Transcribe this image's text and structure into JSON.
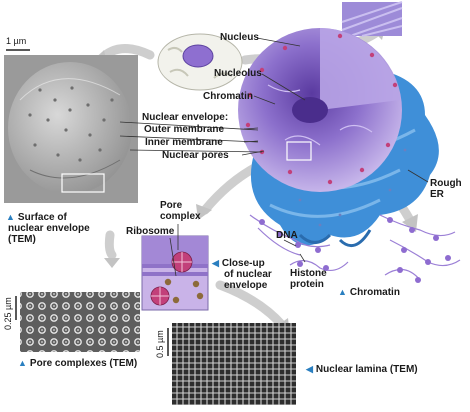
{
  "labels": {
    "nucleus": "Nucleus",
    "nucleolus": "Nucleolus",
    "chromatin": "Chromatin",
    "nuclear_envelope": "Nuclear envelope:",
    "outer_membrane": "Outer membrane",
    "inner_membrane": "Inner membrane",
    "nuclear_pores": "Nuclear pores",
    "rough_er_1": "Rough",
    "rough_er_2": "ER",
    "pore_complex_1": "Pore",
    "pore_complex_2": "complex",
    "ribosome": "Ribosome",
    "dna": "DNA",
    "histone_1": "Histone",
    "histone_2": "protein"
  },
  "captions": {
    "surface_1": "Surface of",
    "surface_2": "nuclear envelope",
    "surface_3": "(TEM)",
    "closeup_1": "Close-up",
    "closeup_2": "of nuclear",
    "closeup_3": "envelope",
    "chromatin": "Chromatin",
    "pore_complexes": "Pore complexes (TEM)",
    "nuclear_lamina": "Nuclear lamina (TEM)"
  },
  "scales": {
    "top_left": "1 µm",
    "pore": "0.25 µm",
    "lamina": "0.5 µm"
  },
  "colors": {
    "accent_triangle": "#2a7fc0",
    "nucleus_purple": "#8f6fc9",
    "er_blue": "#3d8fd6",
    "pore_magenta": "#c2407a"
  }
}
